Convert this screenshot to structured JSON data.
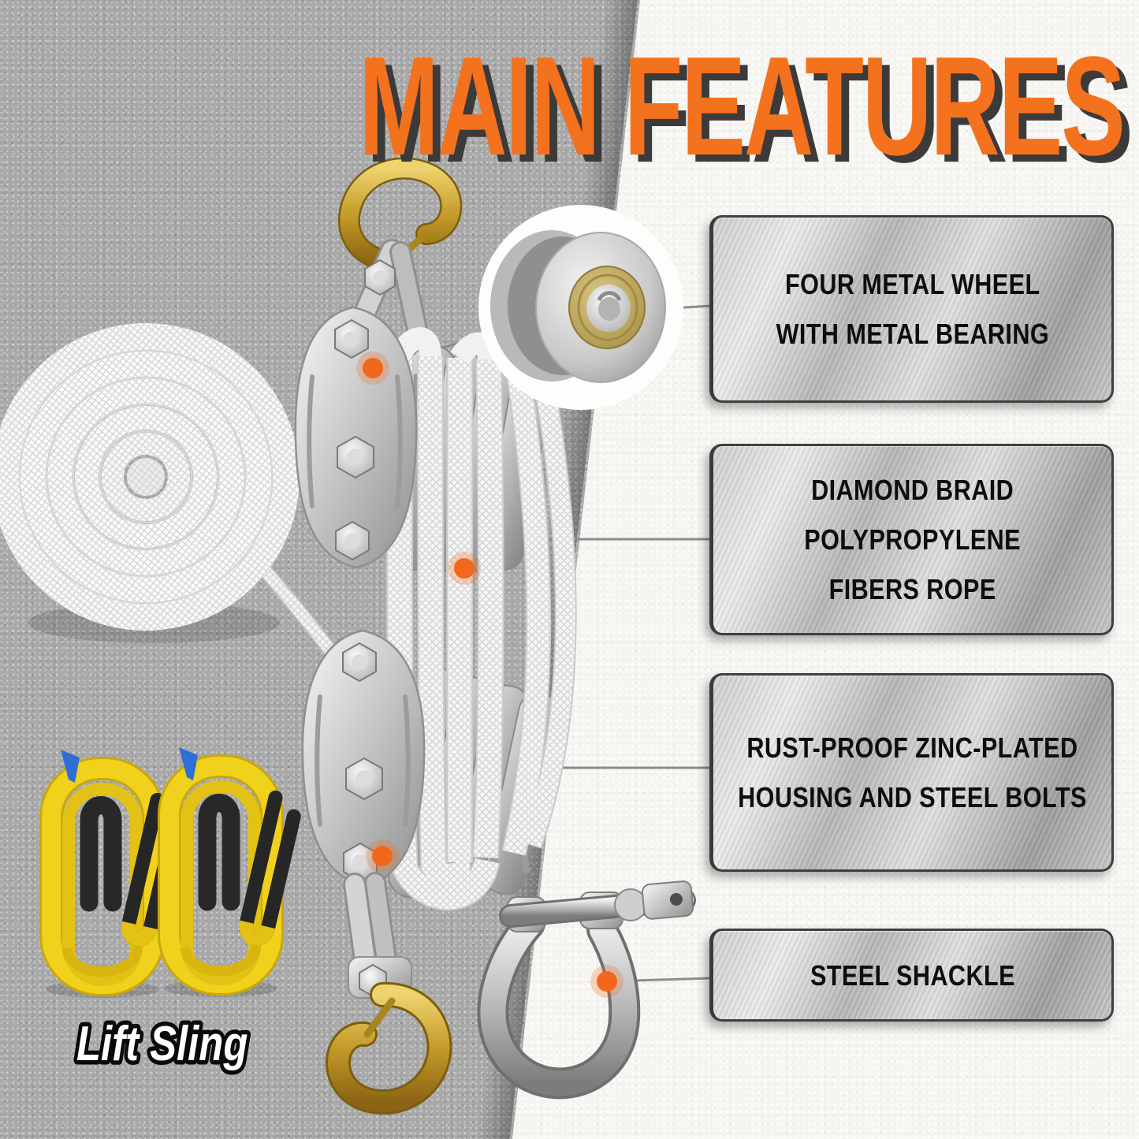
{
  "title": "MAIN FEATURES",
  "features": [
    {
      "id": "wheel",
      "lines": [
        "FOUR METAL WHEEL",
        "WITH METAL BEARING",
        ""
      ]
    },
    {
      "id": "rope",
      "lines": [
        "DIAMOND BRAID",
        "POLYPROPYLENE",
        "FIBERS ROPE"
      ]
    },
    {
      "id": "housing",
      "lines": [
        "RUST-PROOF ZINC-PLATED",
        "HOUSING AND STEEL BOLTS",
        ""
      ]
    },
    {
      "id": "shackle",
      "lines": [
        "STEEL SHACKLE",
        "",
        ""
      ]
    }
  ],
  "caption": {
    "lift_sling": "Lift Sling"
  },
  "colors": {
    "accent_orange": "#F3671B",
    "title_fill": "#F4711D",
    "title_shadow": "#3B3B3B",
    "callout_line": "#8C8C8C",
    "plate_text": "#0D0D0D",
    "sling_yellow": "#F0D11C",
    "hook_gold": "#C49A28",
    "bg_gray": "#A9A9A9",
    "bg_white": "#F6F5F2"
  }
}
